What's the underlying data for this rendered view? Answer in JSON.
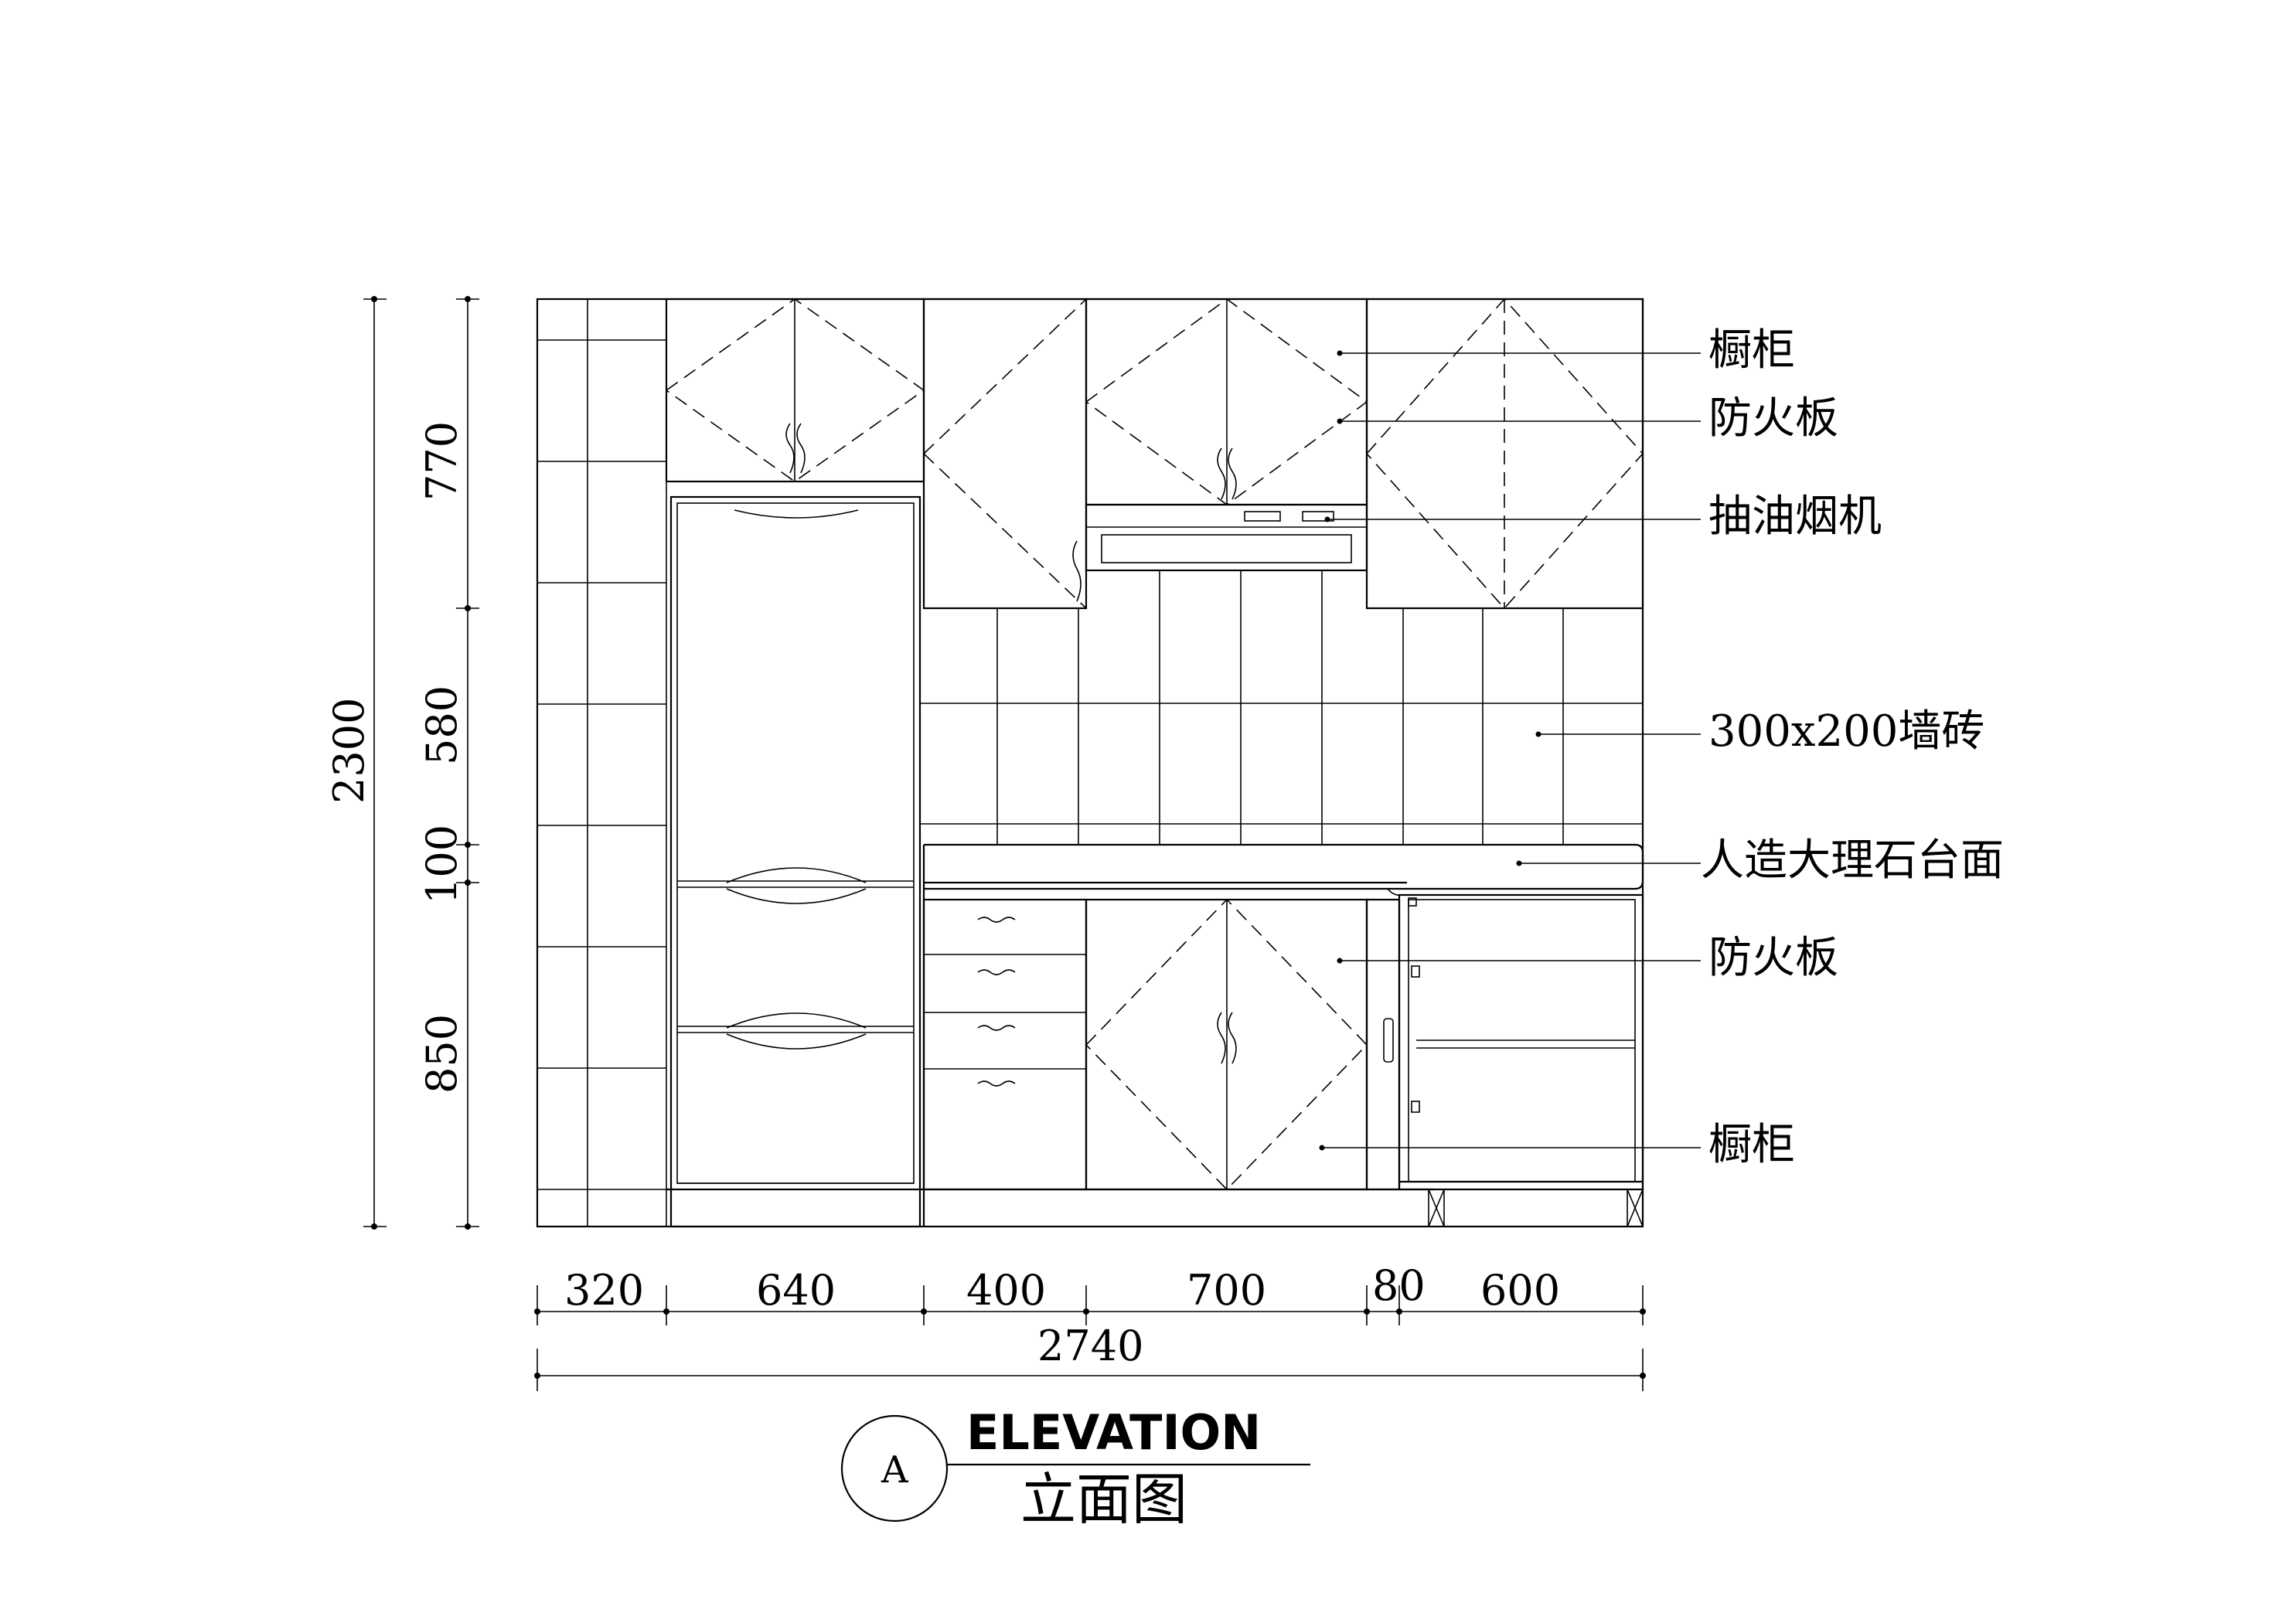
{
  "labels": {
    "upper_cabinet": "橱柜",
    "fireproof_board_upper": "防火板",
    "range_hood": "抽油烟机",
    "wall_tile": "300x200墙砖",
    "countertop": "人造大理石台面",
    "fireproof_board_lower": "防火板",
    "lower_cabinet": "橱柜"
  },
  "dims": {
    "total_height": "2300",
    "h_upper": "770",
    "h_mid": "580",
    "h_counter": "100",
    "h_lower": "850",
    "w1": "320",
    "w2": "640",
    "w3": "400",
    "w4": "700",
    "w5": "80",
    "w6": "600",
    "total_width": "2740"
  },
  "title": {
    "marker": "A",
    "en": "ELEVATION",
    "zh": "立面图"
  }
}
